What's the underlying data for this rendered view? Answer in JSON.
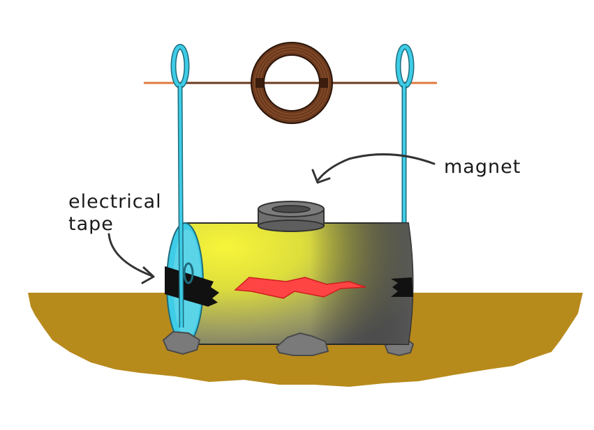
{
  "labels": {
    "magnet": "magnet",
    "tape_line1": "electrical",
    "tape_line2": "tape"
  },
  "colors": {
    "ground": "#b78a1c",
    "wire_loop": "#3ecce6",
    "copper_wire": "#6b3a1e",
    "copper_end": "#e07a3c",
    "battery_light": "#f4f23c",
    "battery_dark": "#6e6e6e",
    "magnet": "#6f6f6f",
    "tape": "#111111",
    "spark": "#ff4444",
    "rock": "#7a7a7a"
  },
  "icons": {
    "battery": "battery-cylinder-icon",
    "coil": "wire-coil-icon",
    "magnet": "ring-magnet-icon",
    "spark": "lightning-bolt-icon"
  }
}
